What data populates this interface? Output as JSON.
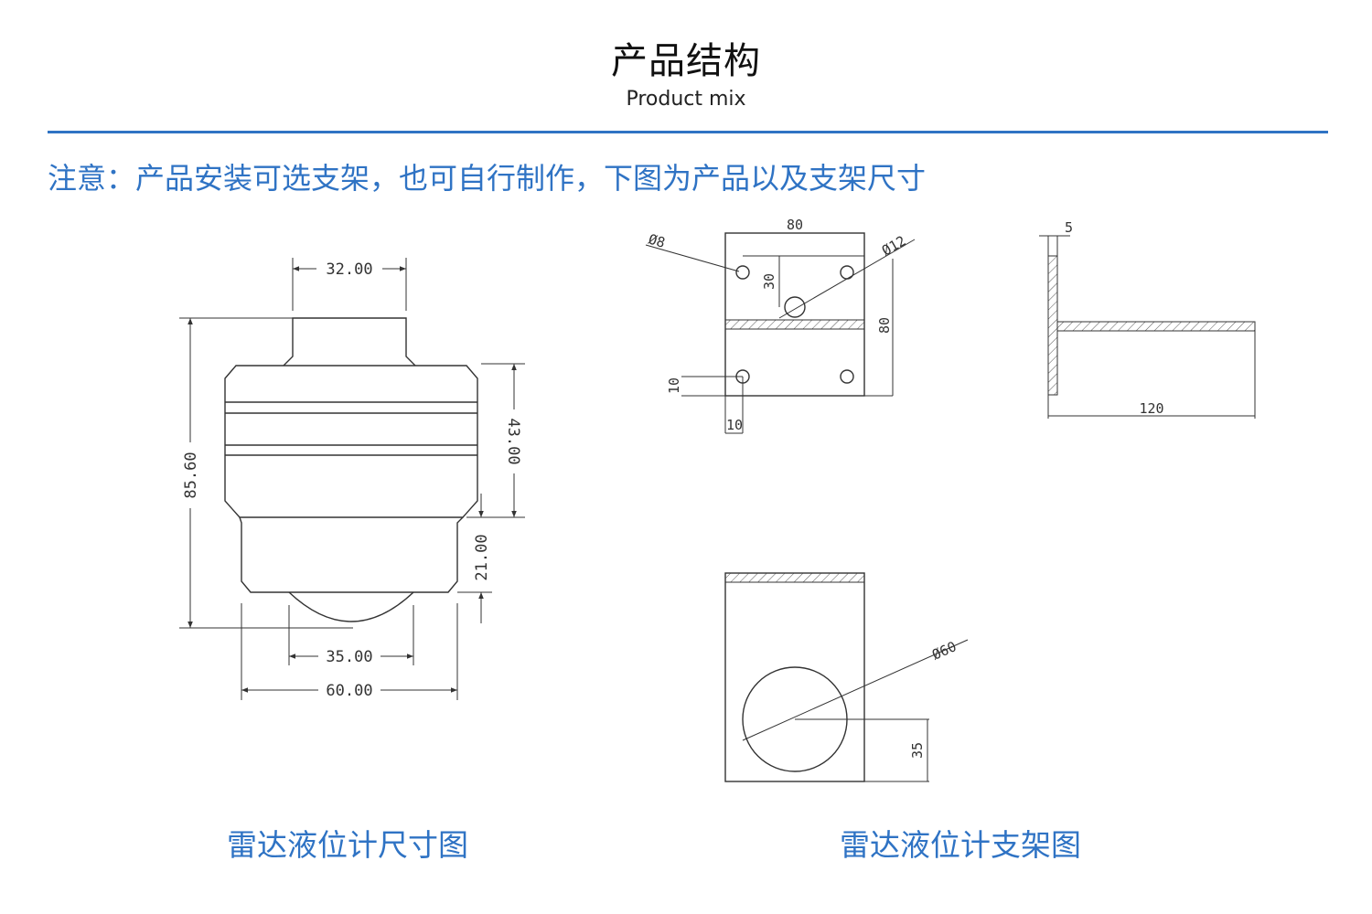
{
  "header": {
    "title": "产品结构",
    "subtitle": "Product mix"
  },
  "note": "注意：产品安装可选支架，也可自行制作，下图为产品以及支架尺寸",
  "sensor_drawing": {
    "caption": "雷达液位计尺寸图",
    "dims": {
      "top_width": "32.00",
      "total_height": "85.60",
      "body_height": "43.00",
      "lower_height": "21.00",
      "lens_width": "35.00",
      "body_width": "60.00"
    }
  },
  "bracket_drawing": {
    "caption": "雷达液位计支架图",
    "dims": {
      "front_width": "80",
      "front_height": "80",
      "hole_small": "Ø8",
      "hole_large": "Ø12",
      "hole_offset_v": "30",
      "edge_x": "10",
      "edge_y": "10",
      "thickness": "5",
      "arm_length": "120",
      "ring_dia": "Ø60",
      "ring_offset": "35"
    }
  }
}
